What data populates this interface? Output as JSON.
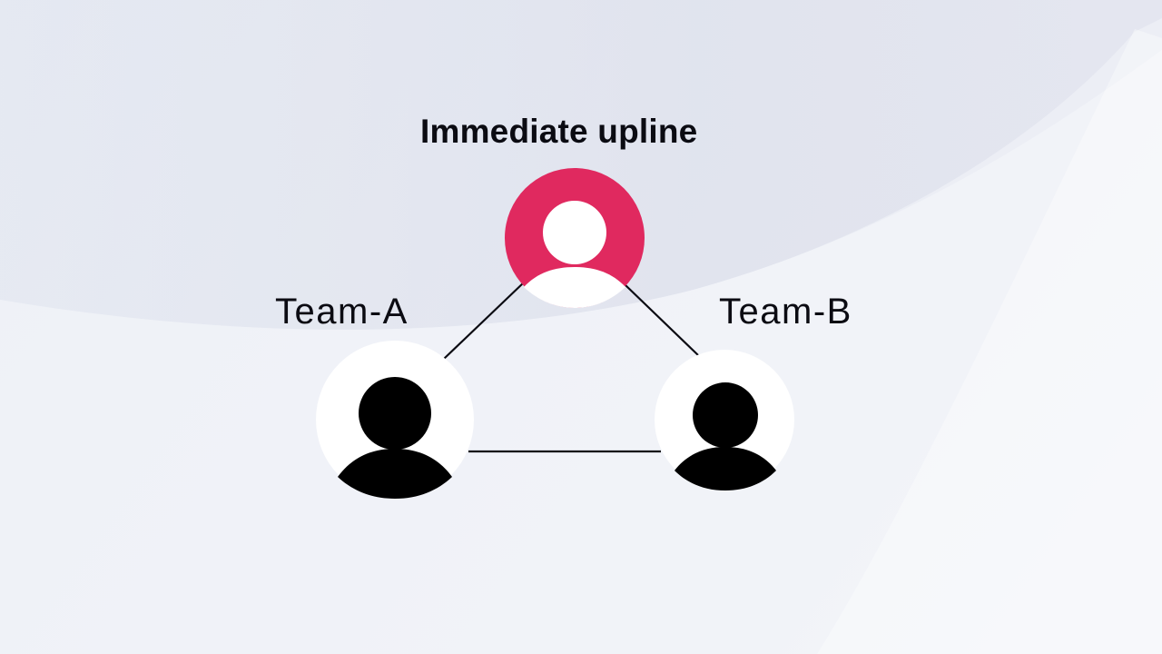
{
  "diagram": {
    "top_node": {
      "label": "Immediate upline",
      "icon": "person-icon",
      "color": "#e0295f"
    },
    "left_node": {
      "label": "Team-A",
      "icon": "person-icon",
      "color": "#000000"
    },
    "right_node": {
      "label": "Team-B",
      "icon": "person-icon",
      "color": "#000000"
    }
  }
}
